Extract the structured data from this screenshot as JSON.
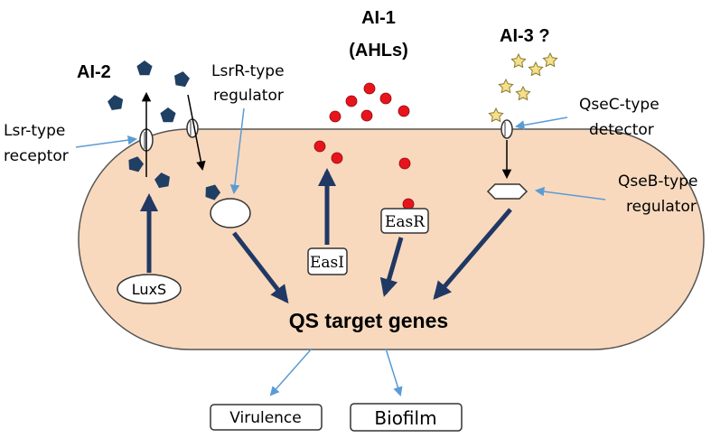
{
  "title_ai1_line1": "AI-1",
  "title_ai1_line2": "(AHLs)",
  "label_ai2": "AI-2",
  "label_ai3": "AI-3 ?",
  "lsrr_line1": "LsrR-type",
  "lsrr_line2": "regulator",
  "lsr_line1": "Lsr-type",
  "lsr_line2": "receptor",
  "qsec_line1": "QseC-type",
  "qsec_line2": "detector",
  "qseb_line1": "QseB-type",
  "qseb_line2": "regulator",
  "luxs": "LuxS",
  "easi": "EasI",
  "easr": "EasR",
  "qs_target": "QS target genes",
  "virulence": "Virulence",
  "biofilm": "Biofilm",
  "colors": {
    "cell_fill": "#f8d9bd",
    "cell_stroke": "#555555",
    "arrow_dark": "#203864",
    "arrow_light": "#5b9bd5",
    "ai1_red": "#e8141c",
    "ai2_pentagon": "#1f3f63",
    "ai3_star": "#f5e08a"
  }
}
